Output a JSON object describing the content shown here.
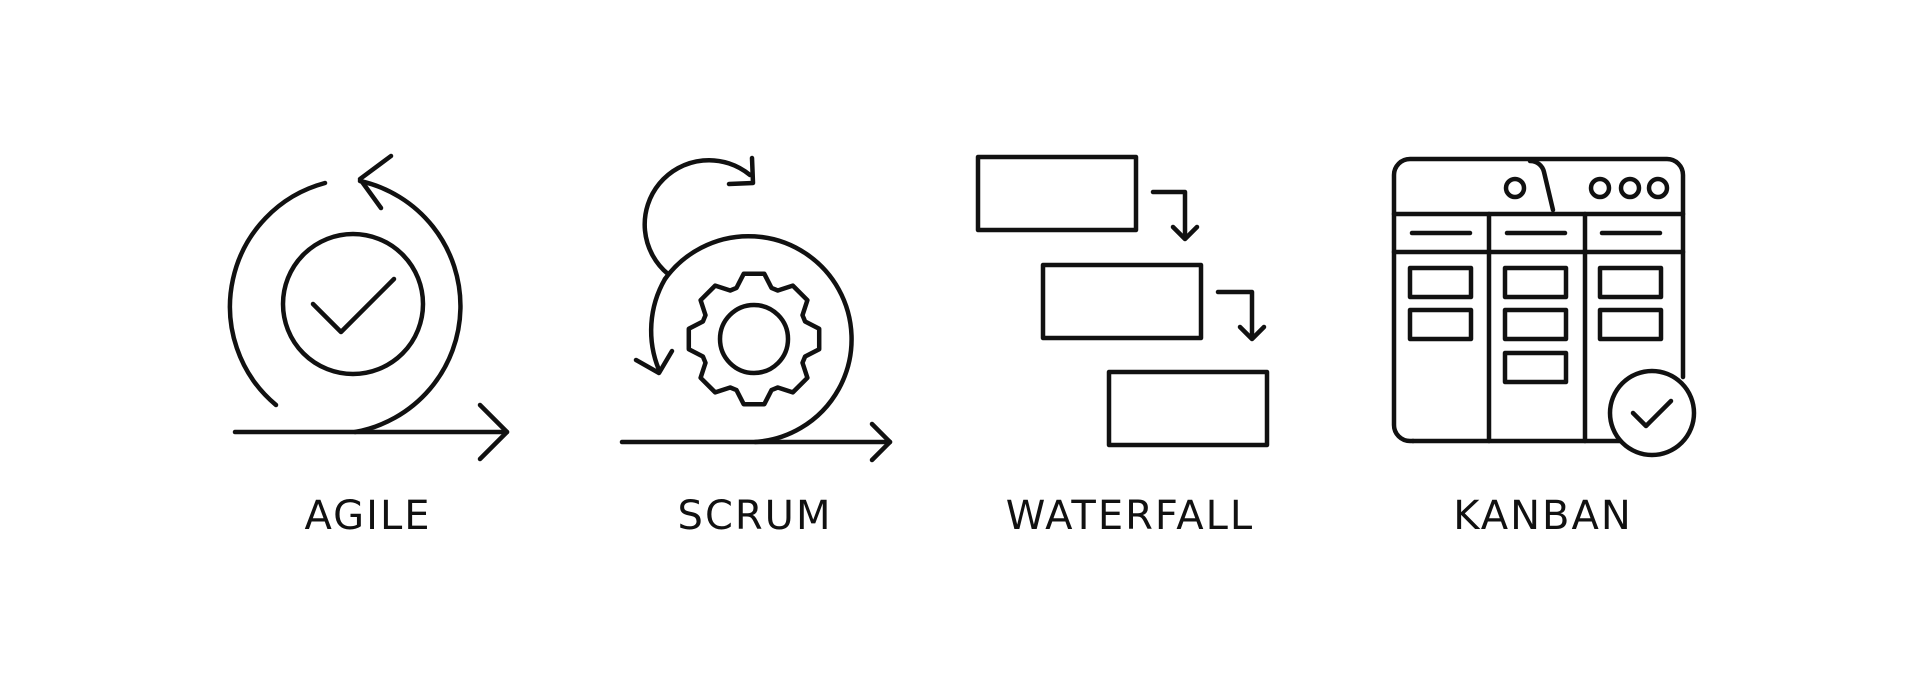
{
  "methodologies": [
    {
      "label": "AGILE",
      "icon": "agile-cycle-check-icon"
    },
    {
      "label": "SCRUM",
      "icon": "scrum-gear-cycle-icon"
    },
    {
      "label": "WATERFALL",
      "icon": "waterfall-steps-icon"
    },
    {
      "label": "KANBAN",
      "icon": "kanban-board-check-icon"
    }
  ],
  "colors": {
    "background": "#ffffff",
    "stroke": "#111111"
  }
}
